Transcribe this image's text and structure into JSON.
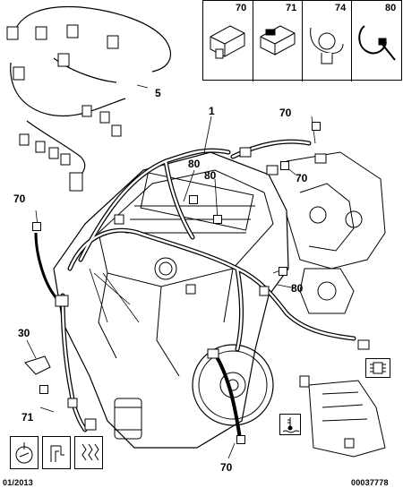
{
  "legend": {
    "items": [
      {
        "num": "70",
        "icon": "harness-clip-icon"
      },
      {
        "num": "71",
        "icon": "connector-clip-icon"
      },
      {
        "num": "74",
        "icon": "fastener-clip-icon"
      },
      {
        "num": "80",
        "icon": "cable-tie-icon"
      }
    ]
  },
  "callouts": {
    "c5": "5",
    "c1": "1",
    "c70_top_right": "70",
    "c80_a": "80",
    "c80_b": "80",
    "c70_mid_right": "70",
    "c70_left": "70",
    "c80_right": "80",
    "c30": "30",
    "c71": "71",
    "c70_bottom": "70"
  },
  "footer": {
    "date": "01/2013",
    "ref": "00037778"
  }
}
